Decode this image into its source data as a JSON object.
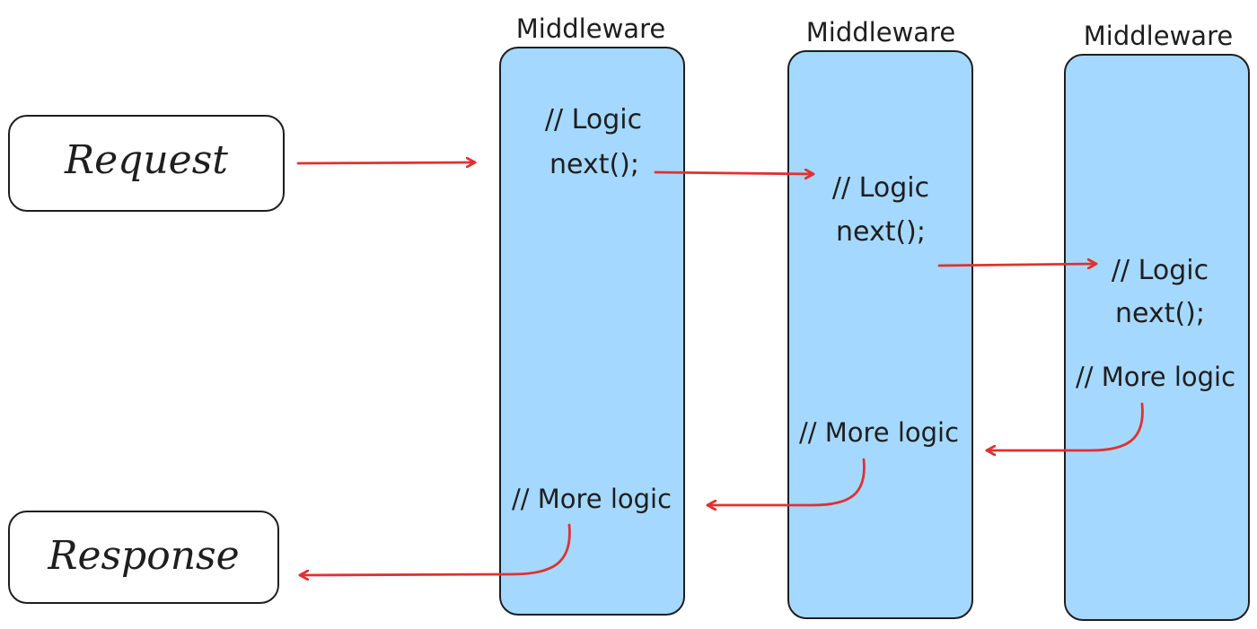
{
  "colors": {
    "column_fill": "#a5d8ff",
    "stroke": "#1e1e1e",
    "arrow": "#e03131",
    "box_fill": "#ffffff"
  },
  "request_label": "Request",
  "response_label": "Response",
  "middlewares": [
    {
      "title": "Middleware",
      "logic": "// Logic",
      "next": "next();",
      "more": "// More logic"
    },
    {
      "title": "Middleware",
      "logic": "// Logic",
      "next": "next();",
      "more": "// More logic"
    },
    {
      "title": "Middleware",
      "logic": "// Logic",
      "next": "next();",
      "more": "// More logic"
    }
  ]
}
